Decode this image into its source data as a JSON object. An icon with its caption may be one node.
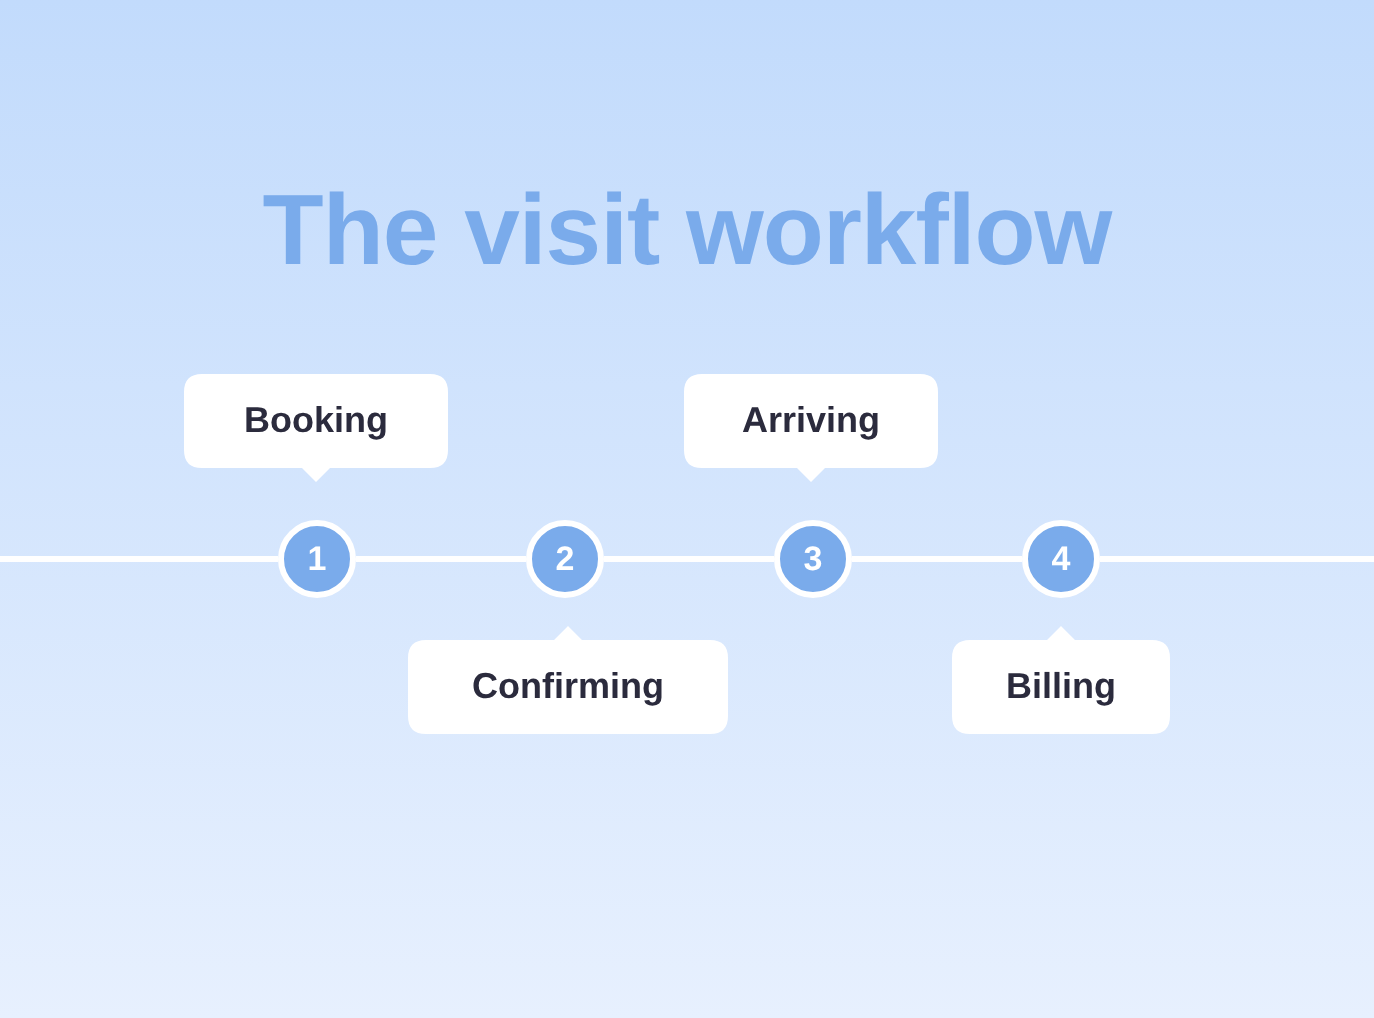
{
  "diagram": {
    "title": "The visit workflow",
    "nodes": [
      {
        "text": [
          "Booking"
        ]
      },
      {
        "text": [
          "Arriving"
        ]
      },
      {
        "text": [
          "1"
        ]
      },
      {
        "text": [
          "2"
        ]
      },
      {
        "text": [
          "3"
        ]
      },
      {
        "text": [
          "4"
        ]
      },
      {
        "text": [
          "Confirming"
        ]
      },
      {
        "text": [
          "Billing"
        ]
      }
    ],
    "edges": [
      {
        "from": null,
        "to": 2,
        "arrow": "none"
      },
      {
        "from": 2,
        "to": 3,
        "arrow": "none"
      },
      {
        "from": 3,
        "to": 4,
        "arrow": "none"
      },
      {
        "from": 4,
        "to": 5,
        "arrow": "none"
      },
      {
        "from": 5,
        "to": null,
        "arrow": "none"
      }
    ]
  }
}
